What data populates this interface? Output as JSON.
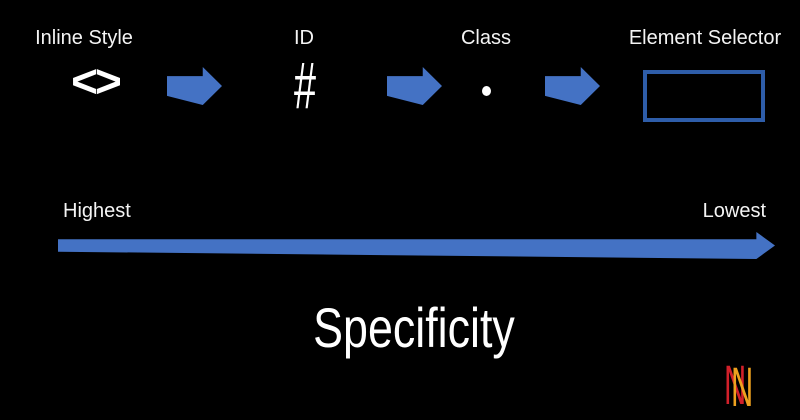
{
  "title": "Specificity",
  "colors": {
    "background": "#000000",
    "arrow_blue": "#4472c4",
    "box_border_blue": "#2e5da9",
    "text_white": "#f4f4f4",
    "logo_red": "#d2202a",
    "logo_orange": "#eea11f"
  },
  "sequence": {
    "items": [
      {
        "label": "Inline Style",
        "symbol": "<>"
      },
      {
        "label": "ID",
        "symbol": "#"
      },
      {
        "label": "Class",
        "symbol": "."
      },
      {
        "label": "Element Selector",
        "symbol": "rectangle"
      }
    ]
  },
  "axis": {
    "left_label": "Highest",
    "right_label": "Lowest"
  },
  "logo": {
    "letter": "N"
  }
}
